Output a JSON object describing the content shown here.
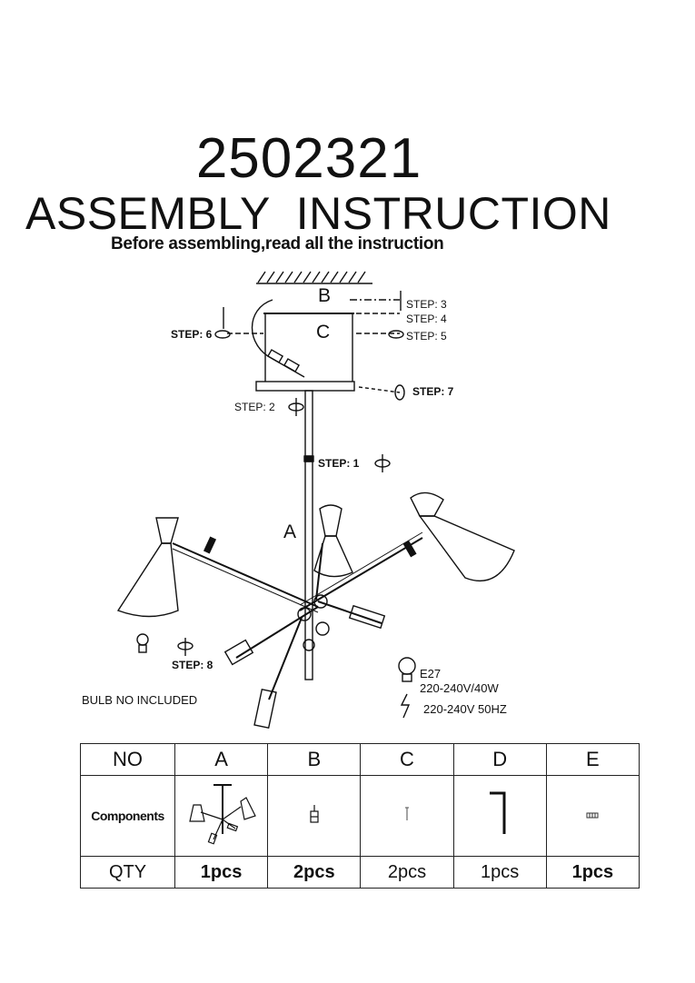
{
  "header": {
    "model_number": "2502321",
    "title": "ASSEMBLY  INSTRUCTION",
    "subtitle": "Before assembling,read all the instruction"
  },
  "diagram": {
    "part_labels": {
      "a": "A",
      "b": "B",
      "c": "C"
    },
    "steps": {
      "s1": "STEP: 1",
      "s2": "STEP: 2",
      "s3": "STEP: 3",
      "s4": "STEP: 4",
      "s5": "STEP: 5",
      "s6": "STEP: 6",
      "s7": "STEP: 7",
      "s8": "STEP: 8"
    },
    "bulb_note": "BULB NO INCLUDED",
    "bulb_spec": {
      "socket": "E27",
      "rating": "220-240V/40W",
      "supply": "220-240V 50HZ"
    }
  },
  "table": {
    "headers": [
      "NO",
      "A",
      "B",
      "C",
      "D",
      "E"
    ],
    "row_components_label": "Components",
    "row_qty_label": "QTY",
    "qty": [
      "1pcs",
      "2pcs",
      "2pcs",
      "1pcs",
      "1pcs"
    ]
  }
}
